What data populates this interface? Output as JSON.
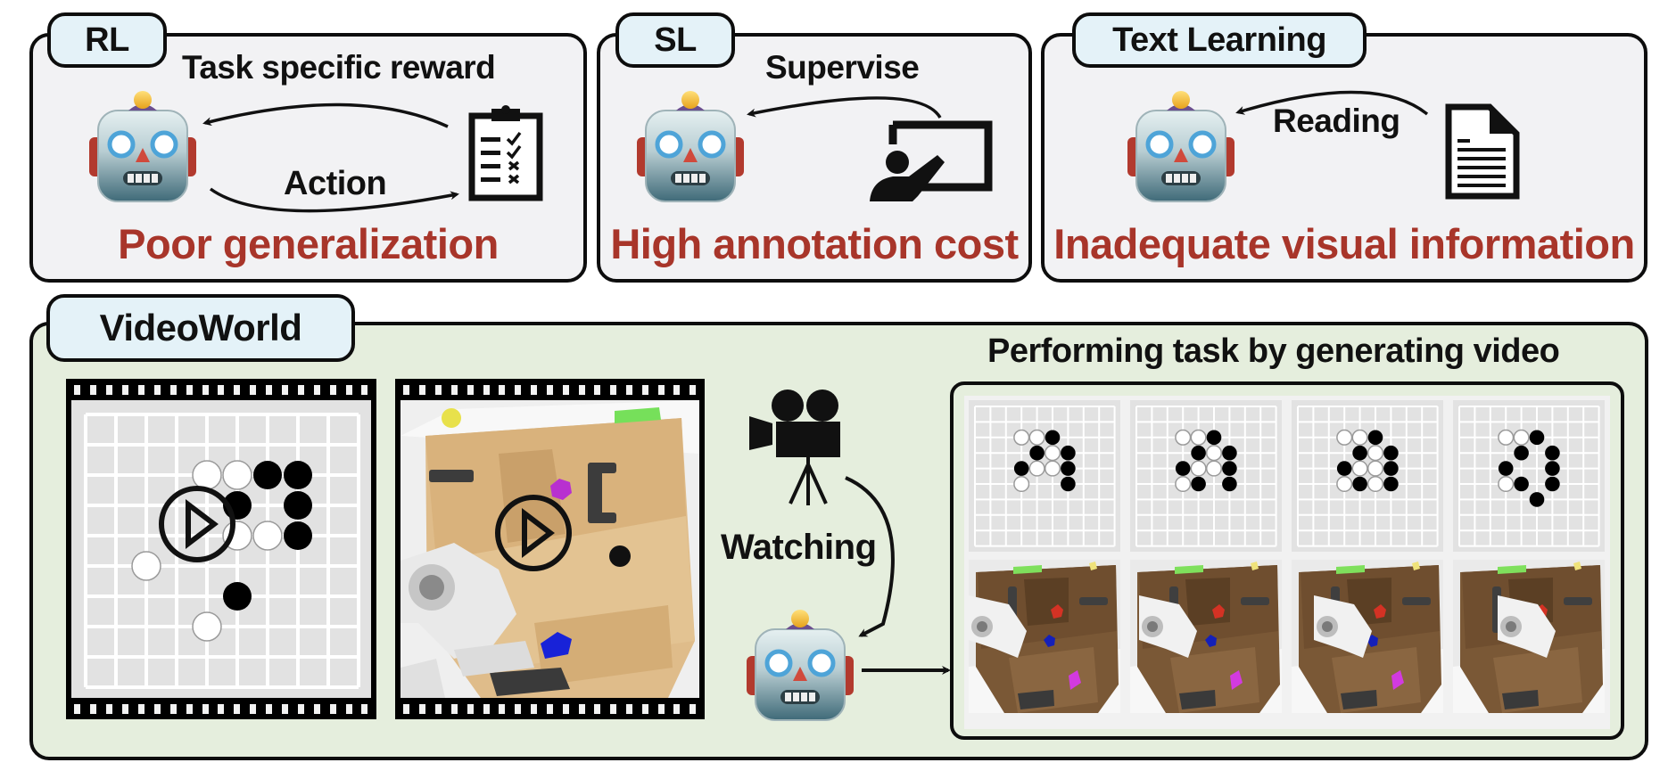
{
  "panels": {
    "rl": {
      "tag": "RL",
      "top_arrow_label": "Task specific reward",
      "bottom_arrow_label": "Action",
      "agent_icon": "robot-face-icon",
      "env_icon": "clipboard-checklist-icon",
      "limitation": "Poor generalization"
    },
    "sl": {
      "tag": "SL",
      "arrow_label": "Supervise",
      "agent_icon": "robot-face-icon",
      "source_icon": "teacher-whiteboard-icon",
      "limitation": "High annotation cost"
    },
    "text": {
      "tag": "Text Learning",
      "arrow_label": "Reading",
      "agent_icon": "robot-face-icon",
      "source_icon": "document-icon",
      "limitation": "Inadequate visual information"
    },
    "videoworld": {
      "tag": "VideoWorld",
      "input_videos": [
        {
          "name": "go-game-video",
          "kind": "go-board",
          "icon": "play-button-icon"
        },
        {
          "name": "robot-manipulation-video",
          "kind": "robot-desk-scene",
          "icon": "play-button-icon"
        }
      ],
      "camera_icon": "movie-camera-icon",
      "arrow_label": "Watching",
      "agent_icon": "robot-face-icon",
      "output_title": "Performing task by generating video",
      "go_frames": [
        {
          "white": [
            [
              2,
              3
            ],
            [
              2,
              4
            ],
            [
              3,
              5
            ],
            [
              4,
              4
            ],
            [
              4,
              5
            ],
            [
              5,
              3
            ]
          ],
          "black": [
            [
              2,
              5
            ],
            [
              3,
              4
            ],
            [
              3,
              6
            ],
            [
              4,
              3
            ],
            [
              4,
              6
            ],
            [
              5,
              6
            ]
          ]
        },
        {
          "white": [
            [
              2,
              3
            ],
            [
              2,
              4
            ],
            [
              3,
              5
            ],
            [
              4,
              4
            ],
            [
              4,
              5
            ],
            [
              5,
              3
            ]
          ],
          "black": [
            [
              2,
              5
            ],
            [
              3,
              4
            ],
            [
              3,
              6
            ],
            [
              4,
              3
            ],
            [
              4,
              6
            ],
            [
              5,
              4
            ],
            [
              5,
              6
            ]
          ]
        },
        {
          "white": [
            [
              2,
              3
            ],
            [
              2,
              4
            ],
            [
              3,
              5
            ],
            [
              4,
              4
            ],
            [
              4,
              5
            ],
            [
              5,
              3
            ],
            [
              5,
              5
            ]
          ],
          "black": [
            [
              2,
              5
            ],
            [
              3,
              4
            ],
            [
              3,
              6
            ],
            [
              4,
              3
            ],
            [
              4,
              6
            ],
            [
              5,
              4
            ],
            [
              5,
              6
            ]
          ]
        },
        {
          "white": [
            [
              2,
              3
            ],
            [
              2,
              4
            ],
            [
              5,
              3
            ]
          ],
          "black": [
            [
              2,
              5
            ],
            [
              3,
              4
            ],
            [
              3,
              6
            ],
            [
              4,
              3
            ],
            [
              4,
              6
            ],
            [
              5,
              4
            ],
            [
              5,
              6
            ],
            [
              6,
              5
            ]
          ]
        }
      ],
      "input_go": {
        "white": [
          [
            2,
            4
          ],
          [
            2,
            5
          ],
          [
            4,
            5
          ],
          [
            4,
            6
          ],
          [
            5,
            2
          ],
          [
            7,
            4
          ]
        ],
        "black": [
          [
            2,
            6
          ],
          [
            2,
            7
          ],
          [
            3,
            5
          ],
          [
            3,
            7
          ],
          [
            4,
            7
          ],
          [
            6,
            5
          ]
        ]
      },
      "robot_frames": 4
    }
  },
  "colors": {
    "limitation_red": "#a8352a",
    "tag_bg": "#e4f2f8",
    "top_panel_bg": "#f2f2f4",
    "bottom_panel_bg": "#e5eedd"
  }
}
